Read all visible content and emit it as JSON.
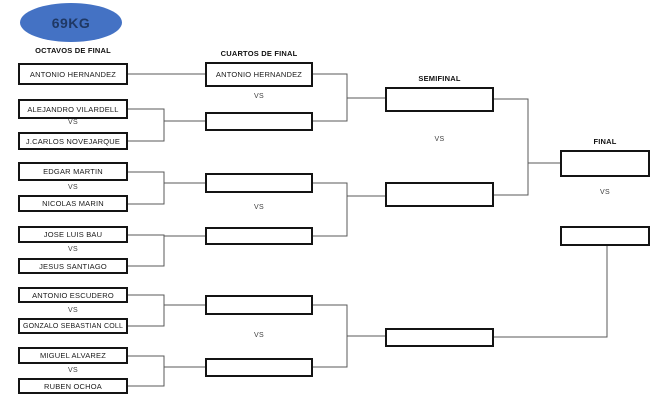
{
  "title": {
    "weight_class": "69KG"
  },
  "labels": {
    "vs": "VS"
  },
  "rounds": [
    {
      "label": "OCTAVOS DE FINAL"
    },
    {
      "label": "CUARTOS DE FINAL"
    },
    {
      "label": "SEMIFINAL"
    },
    {
      "label": "FINAL"
    }
  ],
  "bracket": {
    "octavos": [
      {
        "name": "ANTONIO HERNANDEZ"
      },
      {
        "name": "ALEJANDRO VILARDELL"
      },
      {
        "name": "J.CARLOS NOVEJARQUE"
      },
      {
        "name": "EDGAR MARTIN"
      },
      {
        "name": "NICOLAS MARIN"
      },
      {
        "name": "JOSE LUIS BAU"
      },
      {
        "name": "JESUS SANTIAGO"
      },
      {
        "name": "ANTONIO ESCUDERO"
      },
      {
        "name": "GONZALO SEBASTIAN COLL"
      },
      {
        "name": "MIGUEL ALVAREZ"
      },
      {
        "name": "RUBEN OCHOA"
      }
    ],
    "cuartos": [
      {
        "name": "ANTONIO HERNANDEZ"
      },
      {
        "name": ""
      },
      {
        "name": ""
      },
      {
        "name": ""
      },
      {
        "name": ""
      },
      {
        "name": ""
      }
    ],
    "semifinal": [
      {
        "name": ""
      },
      {
        "name": ""
      },
      {
        "name": ""
      }
    ],
    "final": [
      {
        "name": ""
      },
      {
        "name": ""
      }
    ]
  },
  "colors": {
    "badge_fill": "#4472C4",
    "badge_text": "#1F3864",
    "connector": "#595959"
  }
}
